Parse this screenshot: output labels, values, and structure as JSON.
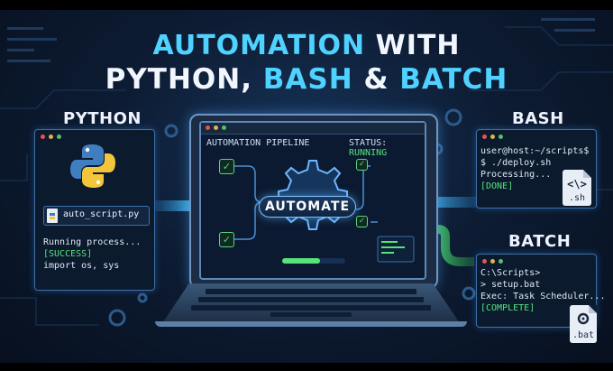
{
  "title": {
    "line1_a": "AUTOMATION",
    "line1_b": "WITH",
    "line2_a": "PYTHON, ",
    "line2_b": "BASH",
    "line2_c": " & ",
    "line2_d": "BATCH"
  },
  "python": {
    "label": "PYTHON",
    "file_name": "auto_script.py",
    "lines": [
      "Running process...",
      "[SUCCESS]",
      "",
      "import os, sys"
    ]
  },
  "pipeline": {
    "title": "AUTOMATION PIPELINE",
    "status_label": "STATUS:",
    "status_value": "RUNNING",
    "center_label": "AUTOMATE"
  },
  "bash": {
    "label": "BASH",
    "lines": [
      "user@host:~/scripts$",
      "$ ./deploy.sh",
      "Processing...",
      "[DONE]"
    ],
    "file_ext": ".sh",
    "file_symbol": "<\\>"
  },
  "batch": {
    "label": "BATCH",
    "lines": [
      "C:\\Scripts>",
      "> setup.bat",
      "Exec: Task Scheduler...",
      "[COMPLETE]"
    ],
    "file_ext": ".bat"
  },
  "colors": {
    "accent": "#4fd2ff",
    "success": "#55e37a",
    "panel_border": "#3d6fa8",
    "background": "#0d1c33"
  }
}
